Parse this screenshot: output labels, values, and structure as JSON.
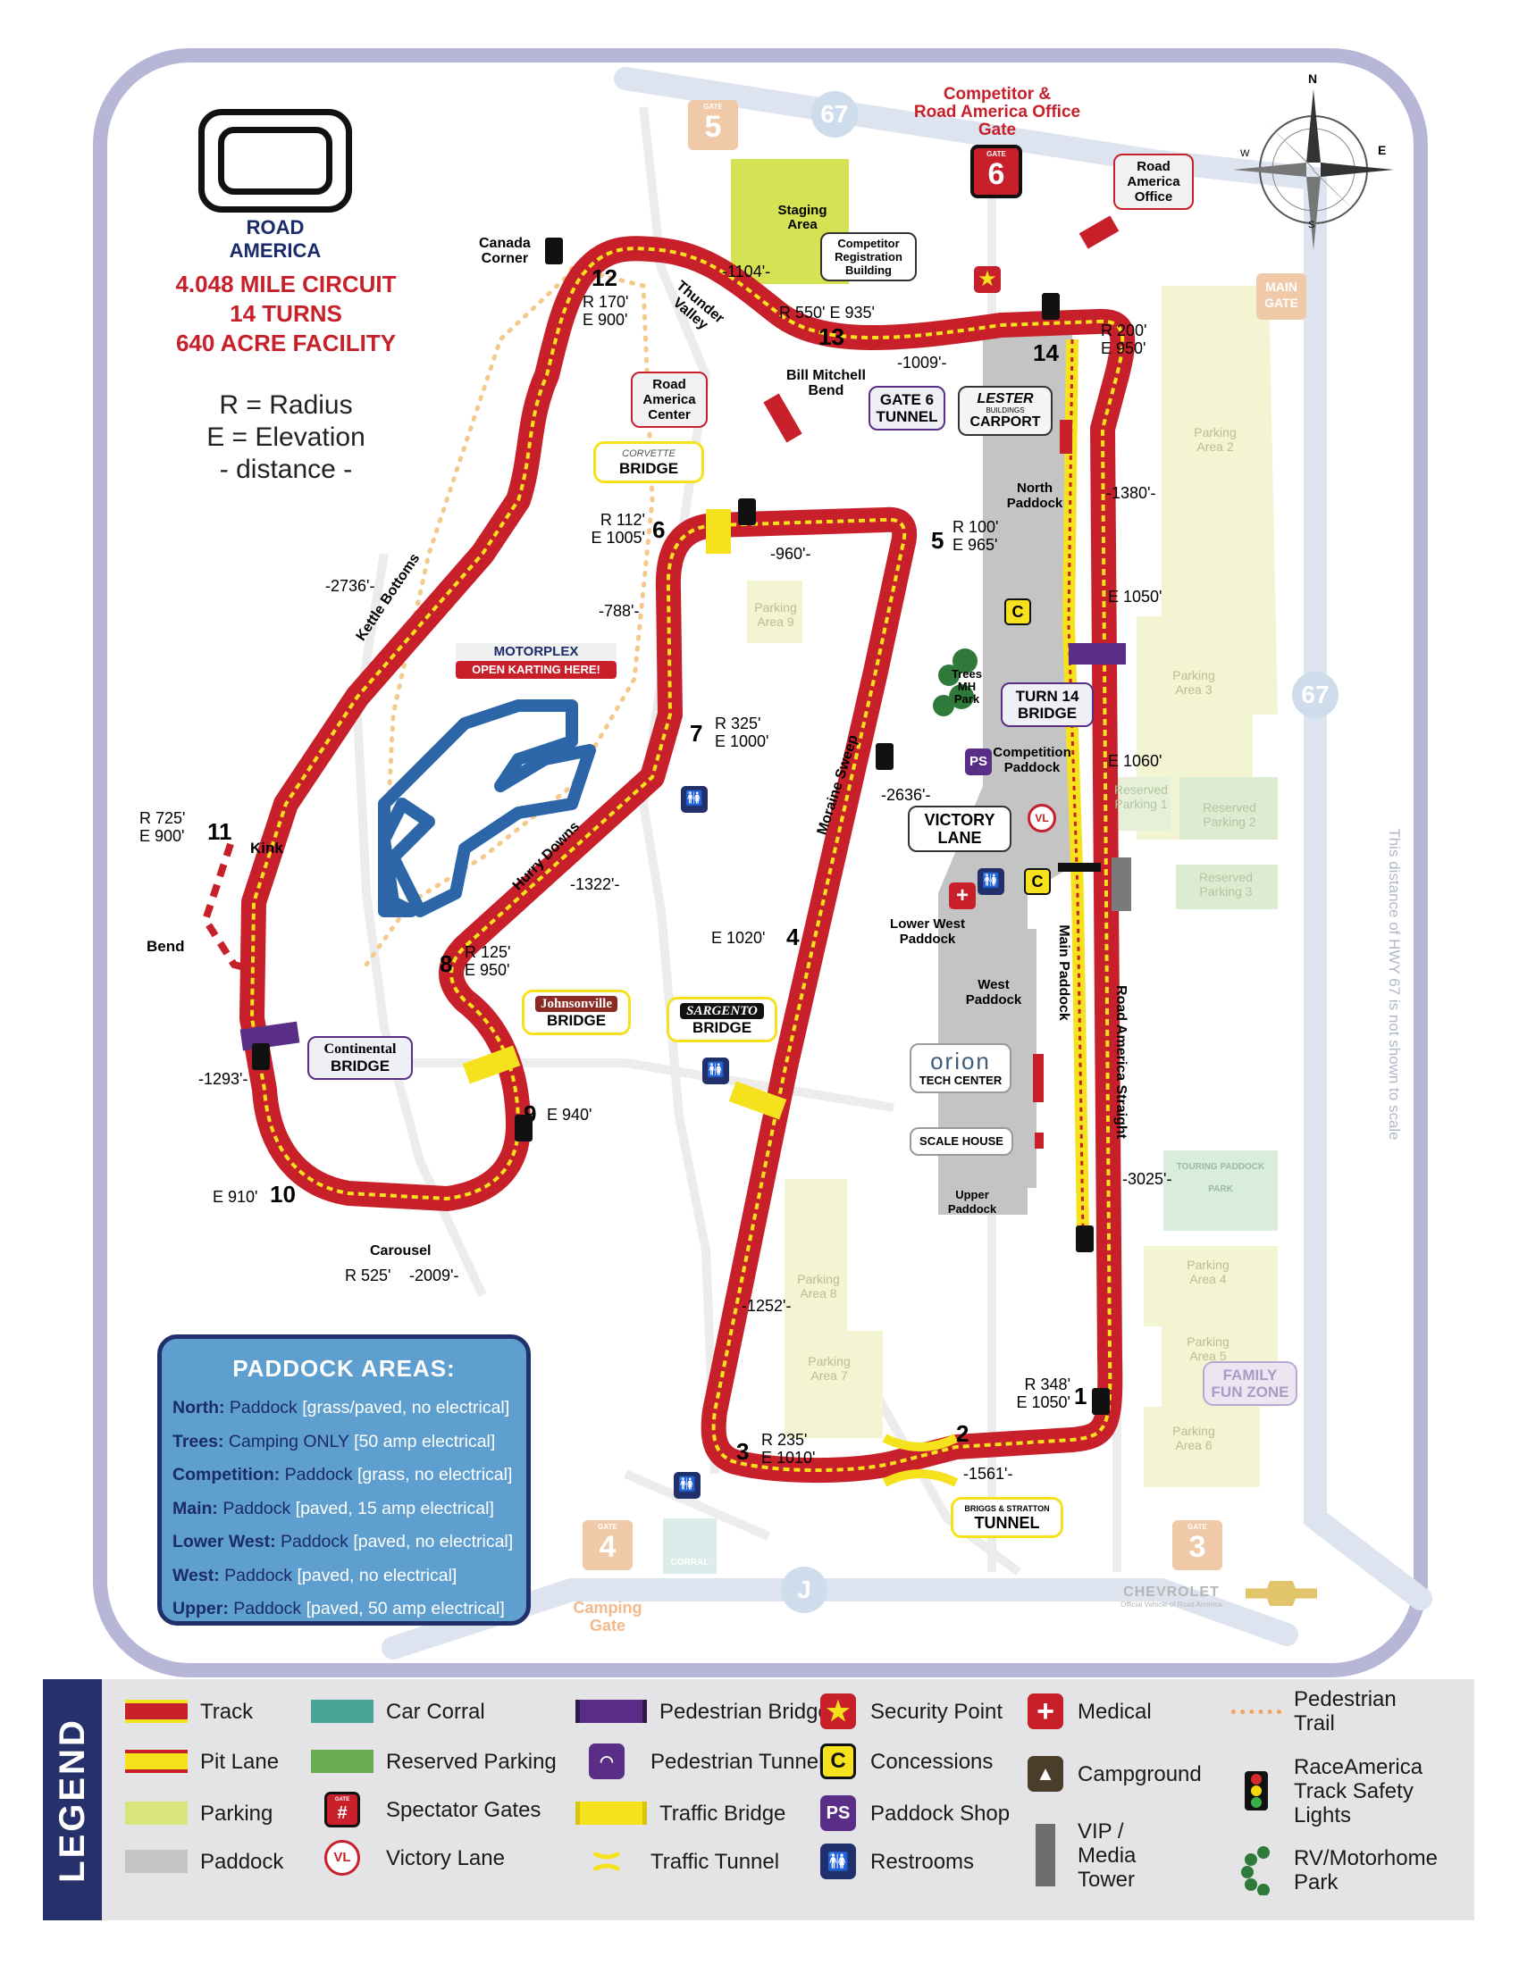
{
  "brand": {
    "logo_text": "ROAD AMERICA",
    "sponsor": "CHEVROLET",
    "sponsor_sub": "Official Vehicle of Road America"
  },
  "stats": [
    "4.048 MILE CIRCUIT",
    "14 TURNS",
    "640 ACRE FACILITY"
  ],
  "key_lines": [
    "R = Radius",
    "E = Elevation",
    "- distance -"
  ],
  "compass": {
    "n": "N",
    "e": "E",
    "s": "S",
    "w": "W"
  },
  "gates": {
    "g5": {
      "small": "GATE",
      "num": "5"
    },
    "g6": {
      "small": "GATE",
      "num": "6",
      "title_lines": [
        "Competitor &",
        "Road America Office",
        "Gate"
      ]
    },
    "g4": {
      "small": "GATE",
      "num": "4",
      "caption": [
        "Camping",
        "Gate"
      ]
    },
    "g3": {
      "small": "GATE",
      "num": "3"
    },
    "main": [
      "MAIN",
      "GATE"
    ]
  },
  "roads": {
    "hwy67": "67",
    "hwyJ": "J",
    "hwy_note": "This distance of HWY 67 is not shown to scale"
  },
  "turns": [
    {
      "num": "1",
      "info": [
        "R 348'",
        "E 1050'"
      ]
    },
    {
      "num": "2",
      "info": []
    },
    {
      "num": "3",
      "info": [
        "R 235'",
        "E 1010'"
      ]
    },
    {
      "num": "4",
      "info": [
        "E 1020'"
      ]
    },
    {
      "num": "5",
      "info": [
        "R 100'",
        "E 965'"
      ]
    },
    {
      "num": "6",
      "info": [
        "R 112'",
        "E 1005'"
      ]
    },
    {
      "num": "7",
      "info": [
        "R 325'",
        "E 1000'"
      ]
    },
    {
      "num": "8",
      "info": [
        "R 125'",
        "E 950'"
      ]
    },
    {
      "num": "9",
      "info": [
        "E 940'"
      ]
    },
    {
      "num": "10",
      "info": [
        "E 910'"
      ]
    },
    {
      "num": "11",
      "info": [
        "R 725'",
        "E 900'"
      ]
    },
    {
      "num": "12",
      "info": [
        "R 170'",
        "E 900'"
      ]
    },
    {
      "num": "13",
      "info": [
        "R 550' E 935'"
      ]
    },
    {
      "num": "14",
      "info": [
        "R 200'",
        "E 950'"
      ]
    }
  ],
  "distances": [
    "-1104'-",
    "-1009'-",
    "-1380'-",
    "-960'-",
    "-788'-",
    "-2736'-",
    "-2636'-",
    "-1322'-",
    "-1293'-",
    "-2009'-",
    "-1252'-",
    "-1561'-",
    "-3025'-"
  ],
  "elevations": [
    "E 1050'",
    "E 1060'"
  ],
  "corners": {
    "canada": [
      "Canada",
      "Corner"
    ],
    "thunder": [
      "Thunder",
      "Valley"
    ],
    "bill": [
      "Bill Mitchell",
      "Bend"
    ],
    "kettle": "Kettle Bottoms",
    "kink": "Kink",
    "bend": "Bend",
    "hurry": "Hurry Downs",
    "moraine": "Moraine Sweep",
    "carousel": "Carousel",
    "carousel_info": "R 525'",
    "straight": "Road America Straight",
    "main_paddock": "Main Paddock"
  },
  "callouts": {
    "ra_office": [
      "Road",
      "America",
      "Office"
    ],
    "comp_reg": [
      "Competitor",
      "Registration",
      "Building"
    ],
    "staging": [
      "Staging",
      "Area"
    ],
    "ra_center": [
      "Road",
      "America",
      "Center"
    ],
    "gate6_tunnel": [
      "GATE 6",
      "TUNNEL"
    ],
    "lester_brand": "LESTER",
    "lester_sub": "BUILDINGS",
    "lester": "CARPORT",
    "corvette_brand": "CORVETTE",
    "corvette": "BRIDGE",
    "motorplex": "MOTORPLEX",
    "karting": "OPEN KARTING HERE!",
    "turn14": [
      "TURN 14",
      "BRIDGE"
    ],
    "victory": [
      "VICTORY",
      "LANE"
    ],
    "continental_brand": "Continental",
    "continental": "BRIDGE",
    "johnsonville_brand": "Johnsonville",
    "johnsonville": "BRIDGE",
    "sargento_brand": "SARGENTO",
    "sargento": "BRIDGE",
    "orion_brand": "orion",
    "orion": "TECH CENTER",
    "scale": "SCALE HOUSE",
    "briggs_brand": "BRIGGS & STRATTON",
    "briggs": "TUNNEL",
    "family": [
      "FAMILY",
      "FUN ZONE"
    ],
    "touring": "TOURING PADDOCK",
    "touring_sub": "PARK",
    "corral": "CORRAL"
  },
  "areas": {
    "north_paddock": [
      "North",
      "Paddock"
    ],
    "comp_paddock": [
      "Competition",
      "Paddock"
    ],
    "lower_west": [
      "Lower West",
      "Paddock"
    ],
    "west": [
      "West",
      "Paddock"
    ],
    "upper": [
      "Upper",
      "Paddock"
    ],
    "trees": [
      "Trees",
      "MH",
      "Park"
    ],
    "p2": [
      "Parking",
      "Area 2"
    ],
    "p3": [
      "Parking",
      "Area 3"
    ],
    "p4": [
      "Parking",
      "Area 4"
    ],
    "p5": [
      "Parking",
      "Area 5"
    ],
    "p6": [
      "Parking",
      "Area 6"
    ],
    "p7": [
      "Parking",
      "Area 7"
    ],
    "p8": [
      "Parking",
      "Area 8"
    ],
    "p9": [
      "Parking",
      "Area 9"
    ],
    "rp1": [
      "Reserved",
      "Parking 1"
    ],
    "rp2": [
      "Reserved",
      "Parking 2"
    ],
    "rp3": [
      "Reserved",
      "Parking 3"
    ]
  },
  "paddock_areas": {
    "title": "PADDOCK AREAS:",
    "rows": [
      {
        "name": "North:",
        "type": "Paddock",
        "detail": "[grass/paved, no electrical]"
      },
      {
        "name": "Trees:",
        "type": "Camping ONLY",
        "detail": "[50 amp electrical]"
      },
      {
        "name": "Competition:",
        "type": "Paddock",
        "detail": "[grass, no electrical]"
      },
      {
        "name": "Main:",
        "type": "Paddock",
        "detail": "[paved, 15 amp electrical]"
      },
      {
        "name": "Lower West:",
        "type": "Paddock",
        "detail": "[paved, no electrical]"
      },
      {
        "name": "West:",
        "type": "Paddock",
        "detail": "[paved, no electrical]"
      },
      {
        "name": "Upper:",
        "type": "Paddock",
        "detail": "[paved, 50 amp electrical]"
      }
    ]
  },
  "legend": {
    "title": "LEGEND",
    "items": [
      "Track",
      "Pit Lane",
      "Parking",
      "Paddock",
      "Car Corral",
      "Reserved Parking",
      "Spectator Gates",
      "Victory Lane",
      "Pedestrian Bridge",
      "Pedestrian Tunnel",
      "Traffic Bridge",
      "Traffic Tunnel",
      "Security Point",
      "Concessions",
      "Paddock Shop",
      "Restrooms",
      "Medical",
      "Campground",
      "VIP / Media Tower",
      "Pedestrian Trail",
      "RaceAmerica Track Safety Lights",
      "RV/Motorhome Park"
    ],
    "icons": {
      "gate": "GATE",
      "gate_sym": "#",
      "vl": "VL",
      "ps": "PS",
      "c": "C"
    }
  },
  "colors": {
    "track": "#c8202a",
    "pit": "#f5e11c",
    "parking": "#d8e57a",
    "paddock": "#c4c4c4",
    "car_corral": "#49a597",
    "reserved": "#68ad4f",
    "ped_bridge": "#5a2e86",
    "frame": "#b8b6d6",
    "navy": "#21306b"
  }
}
